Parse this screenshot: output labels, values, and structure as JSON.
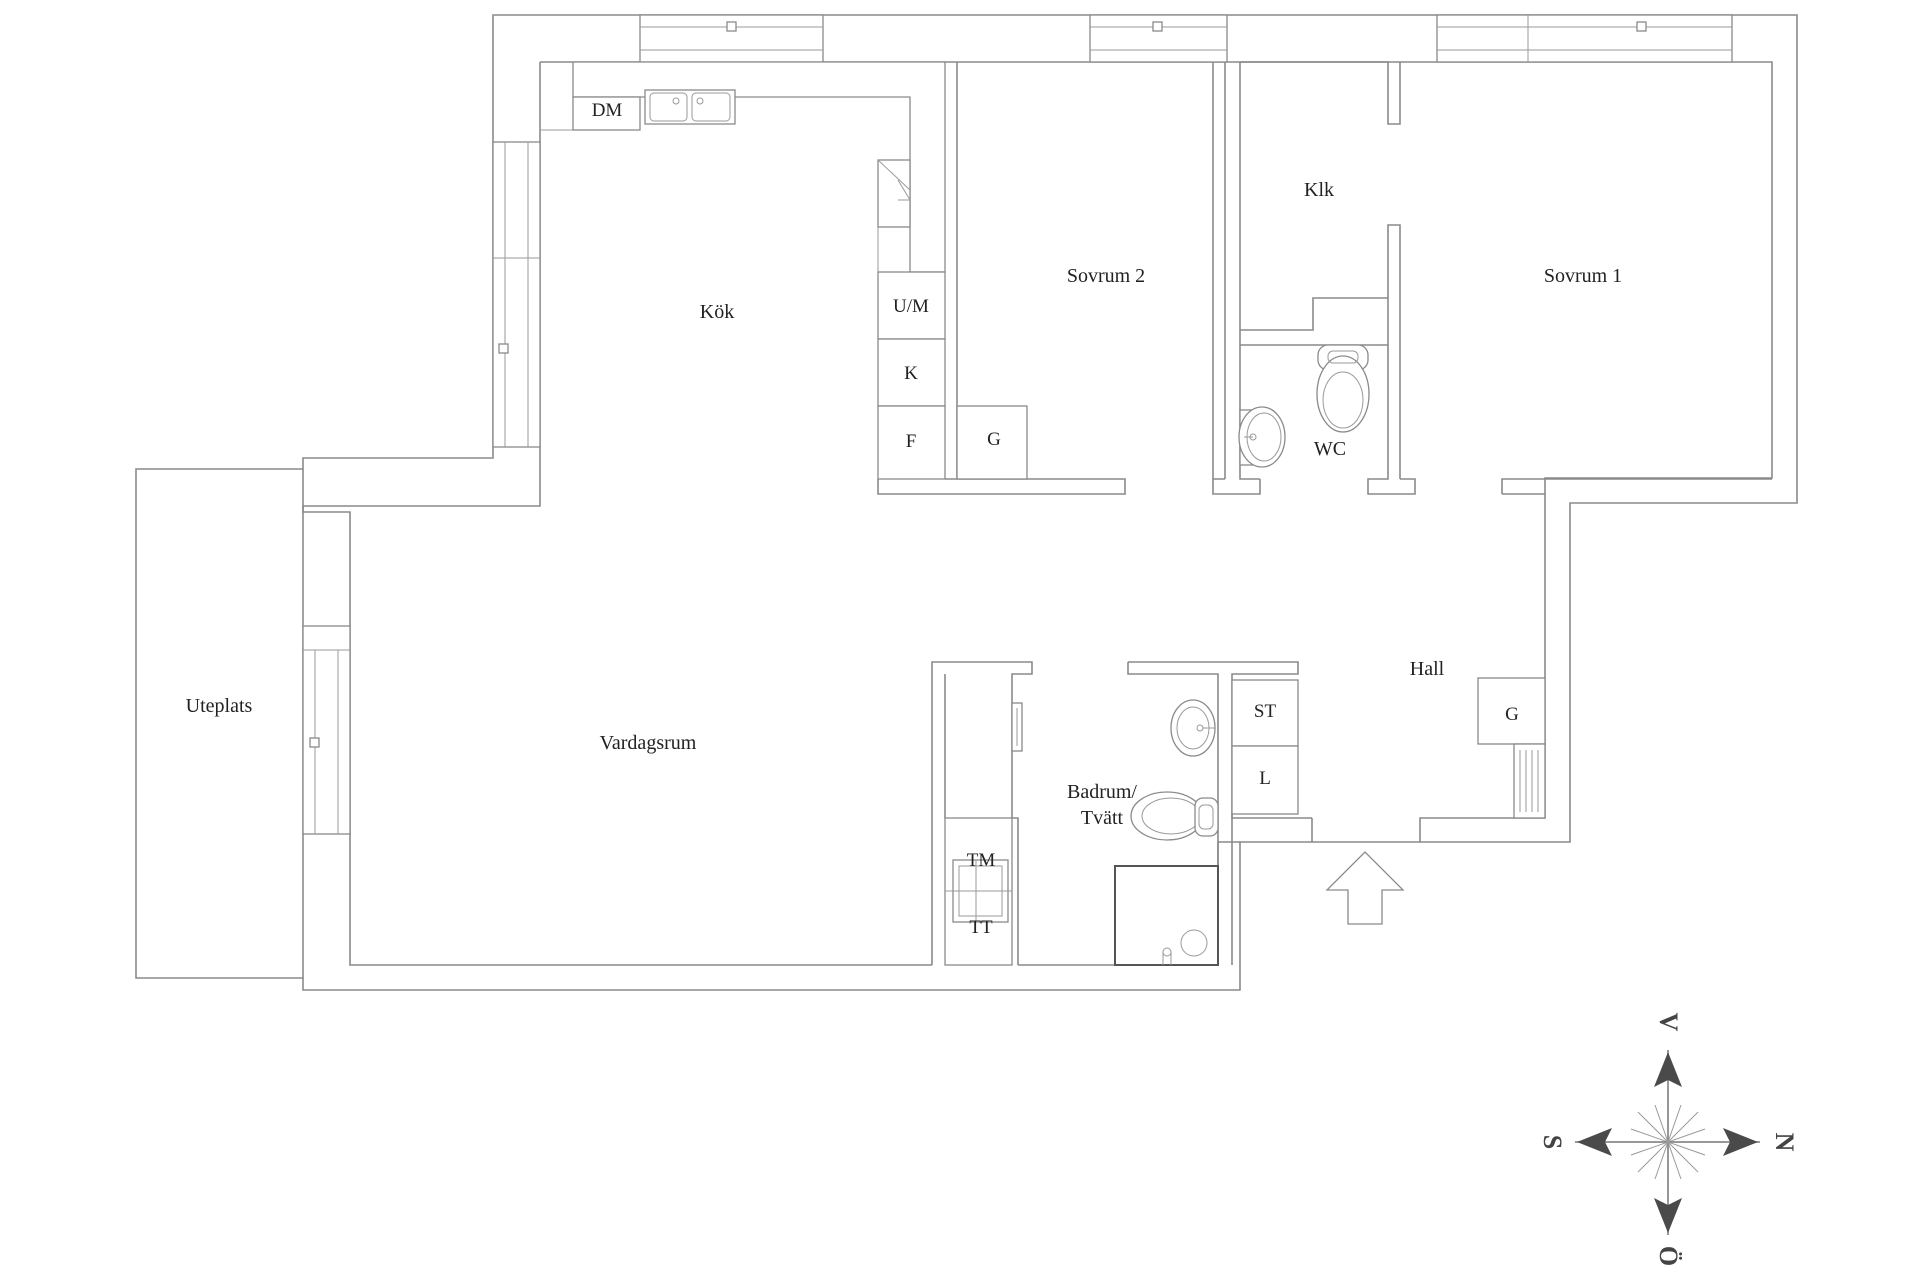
{
  "rooms": {
    "kok": "Kök",
    "sovrum2": "Sovrum 2",
    "klk": "Klk",
    "sovrum1": "Sovrum 1",
    "wc": "WC",
    "hall": "Hall",
    "uteplats": "Uteplats",
    "vardagsrum": "Vardagsrum",
    "badrum_line1": "Badrum/",
    "badrum_line2": "Tvätt"
  },
  "fixtures": {
    "dm": "DM",
    "um": "U/M",
    "k": "K",
    "f": "F",
    "g_sovrum2": "G",
    "g_hall": "G",
    "st": "ST",
    "l": "L",
    "tm": "TM",
    "tt": "TT"
  },
  "compass": {
    "north": "N",
    "south": "S",
    "west": "V",
    "east": "Ö"
  }
}
